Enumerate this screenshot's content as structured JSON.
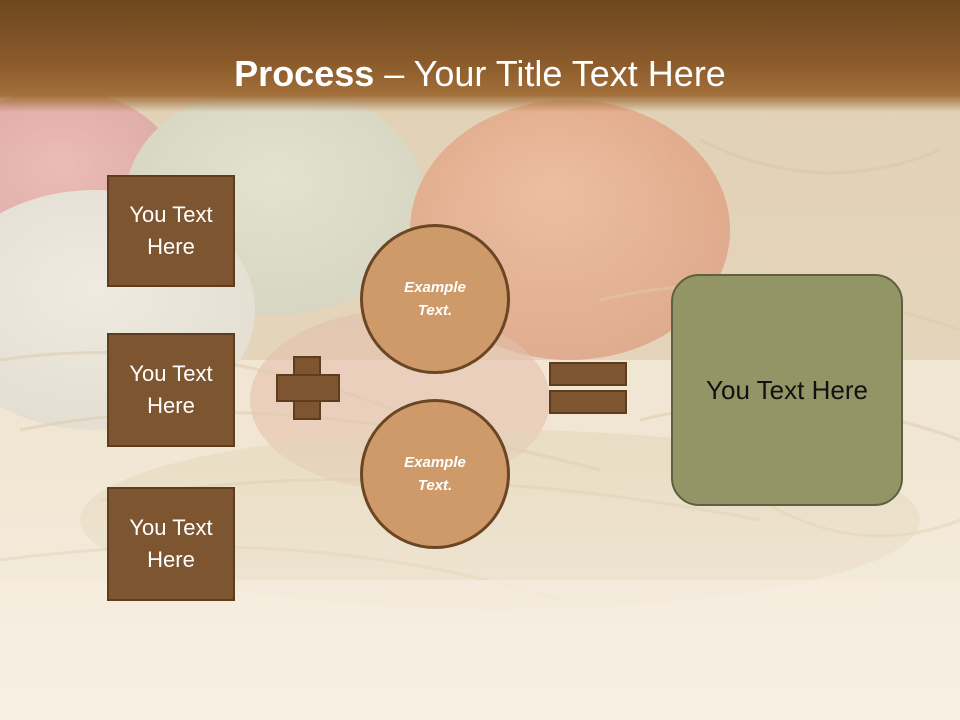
{
  "slide": {
    "title_bold": "Process",
    "title_rest": " – Your Title Text Here",
    "left_boxes": [
      {
        "label": "You Text Here"
      },
      {
        "label": "You Text Here"
      },
      {
        "label": "You Text Here"
      }
    ],
    "circles": [
      {
        "label": "Example Text."
      },
      {
        "label": "Example Text."
      }
    ],
    "result_label": "You Text Here"
  },
  "colors": {
    "header_brown": "#7a4f24",
    "box_brown": "#7d5530",
    "circle_tan": "#cf9a69",
    "result_olive": "#939566"
  },
  "icons": [
    "plus-sign",
    "equals-sign"
  ]
}
